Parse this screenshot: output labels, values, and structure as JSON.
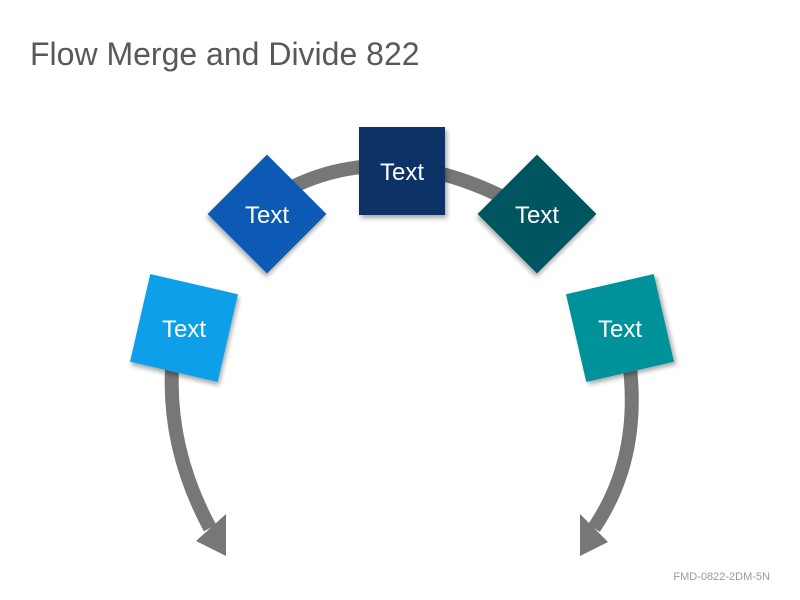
{
  "title": "Flow Merge and Divide 822",
  "footer": "FMD-0822-2DM-5N",
  "colors": {
    "arrow": "#777777",
    "boxes": [
      "#0da0e8",
      "#0b5ab4",
      "#0a3366",
      "#045761",
      "#04929b"
    ]
  },
  "boxes": [
    {
      "label": "Text"
    },
    {
      "label": "Text"
    },
    {
      "label": "Text"
    },
    {
      "label": "Text"
    },
    {
      "label": "Text"
    }
  ]
}
